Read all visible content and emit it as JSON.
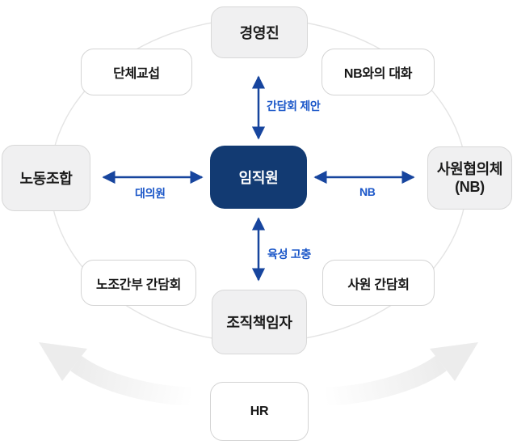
{
  "diagram": {
    "center": {
      "label": "임직원"
    },
    "nodes": {
      "management": {
        "label": "경영진"
      },
      "collective_bargaining": {
        "label": "단체교섭"
      },
      "nb_dialogue": {
        "label": "NB와의 대화"
      },
      "labor_union": {
        "label": "노동조합"
      },
      "employee_council": {
        "label_line1": "사원협의체",
        "label_line2": "(NB)"
      },
      "union_leaders_meeting": {
        "label": "노조간부 간담회"
      },
      "employee_meeting": {
        "label": "사원 간담회"
      },
      "org_leader": {
        "label": "조직책임자"
      },
      "hr": {
        "label": "HR"
      }
    },
    "links": {
      "top": {
        "label": "간담회 제안"
      },
      "left": {
        "label": "대의원"
      },
      "right": {
        "label": "NB"
      },
      "bottom": {
        "label": "육성 고충"
      }
    },
    "colors": {
      "center_bg": "#123a72",
      "arrow": "#17459e",
      "link_label": "#1a56c8",
      "node_gray_bg": "#f0f0f1",
      "node_border": "#d8d8d8",
      "ellipse": "#e4e4e4",
      "swoosh": "#ececec"
    }
  }
}
